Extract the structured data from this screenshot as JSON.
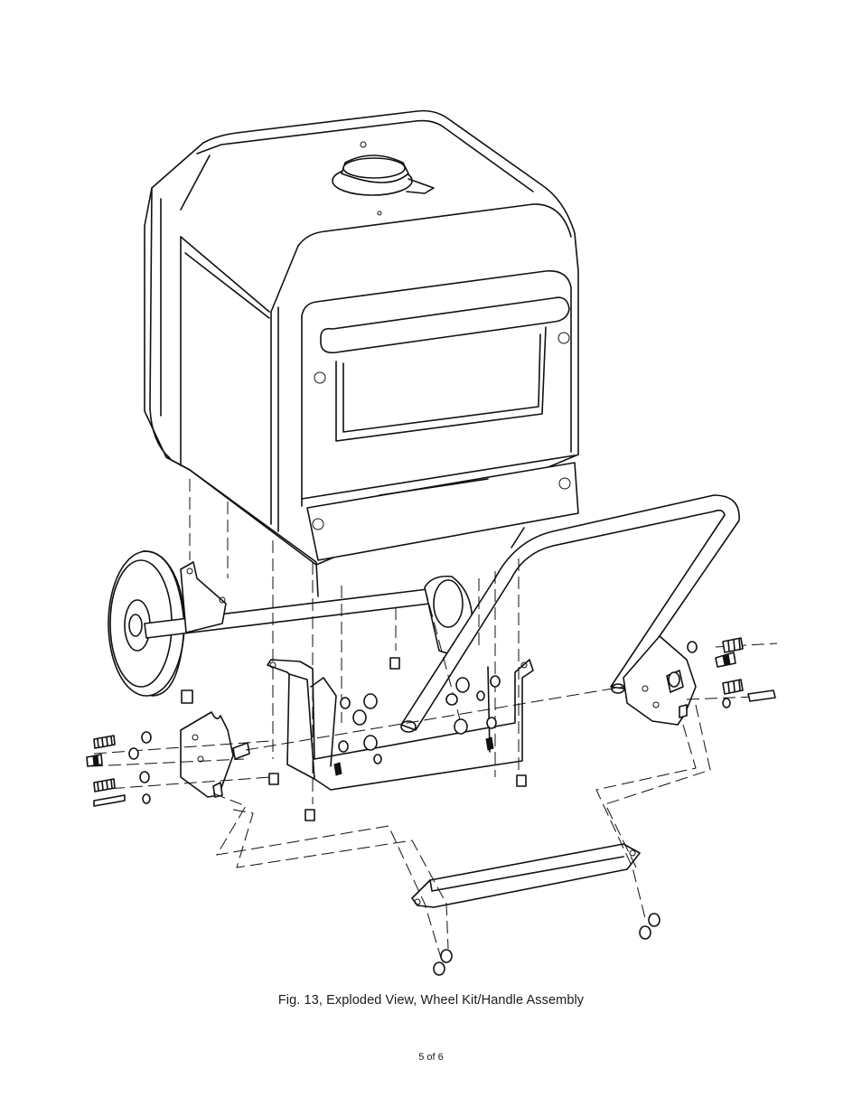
{
  "figure": {
    "caption": "Fig. 13, Exploded View, Wheel Kit/Handle Assembly",
    "icon": "exploded-view-line-drawing"
  },
  "footer": {
    "page_label": "5 of 6"
  }
}
